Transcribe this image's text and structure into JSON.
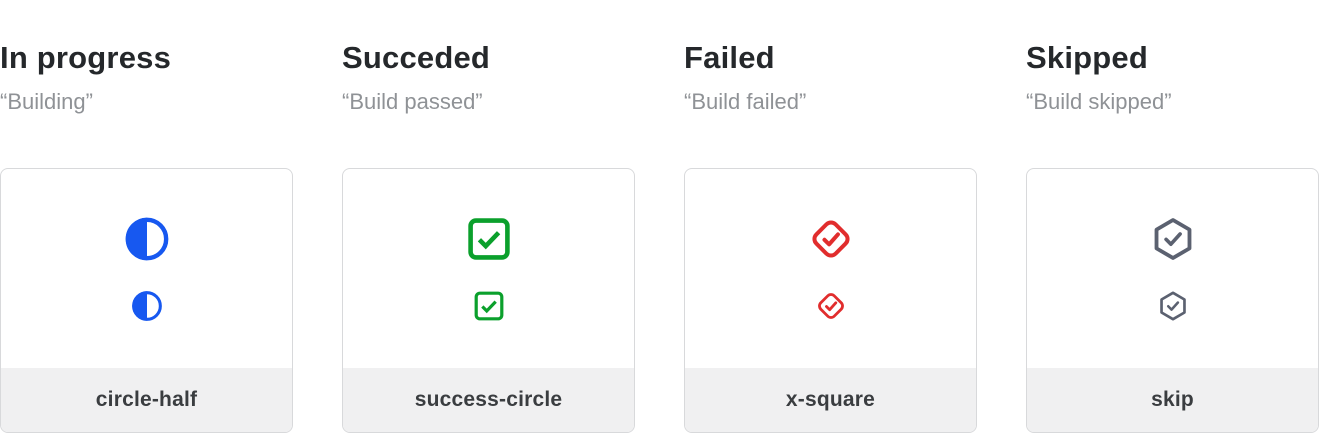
{
  "page": {
    "background": "#ffffff",
    "description_colors": {
      "heading_text": "#25282b",
      "quote_text": "#8f9296",
      "card_border": "#d8d9db",
      "card_footer_bg": "#f0f0f1",
      "footer_label_text": "#3a3d40",
      "in_progress_blue": "#1758f0",
      "success_green": "#0ba02c",
      "failed_red": "#e12d2d",
      "skipped_slate": "#5b6170"
    }
  },
  "columns": [
    {
      "title": "In progress",
      "quote": "“Building”",
      "icon": "circle-half-icon",
      "label": "circle-half",
      "color": "#1758f0"
    },
    {
      "title": "Succeded",
      "quote": "“Build passed”",
      "icon": "check-square-icon",
      "label": "success-circle",
      "color": "#0ba02c"
    },
    {
      "title": "Failed",
      "quote": "“Build failed”",
      "icon": "check-diamond-icon",
      "label": "x-square",
      "color": "#e12d2d"
    },
    {
      "title": "Skipped",
      "quote": "“Build skipped”",
      "icon": "check-hexagon-icon",
      "label": "skip",
      "color": "#5b6170"
    }
  ]
}
